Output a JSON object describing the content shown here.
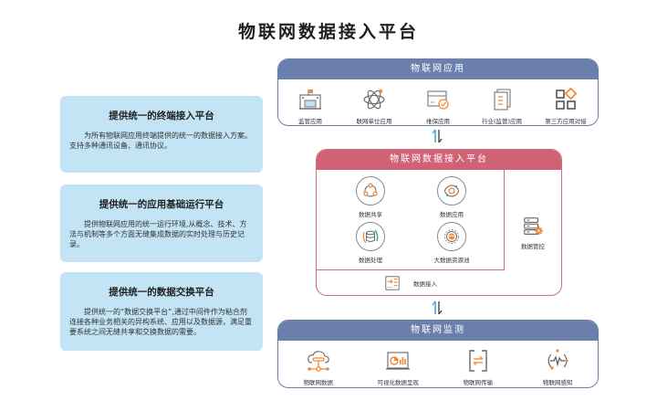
{
  "title": "物联网数据接入平台",
  "cards": [
    {
      "heading": "提供统一的终端接入平台",
      "body": "为所有物联网应用终端提供的统一的数据接入方案。支持多种通讯设备、通讯协议。"
    },
    {
      "heading": "提供统一的应用基础运行平台",
      "body": "提供物联网应用的统一运行环境,从概念、技术、方法与机制等多个方面无缝集成数据的实时处理与历史记录。"
    },
    {
      "heading": "提供统一的数据交换平台",
      "body": "提供统一的“数据交换平台”,通过中间件作为粘合剂连接各种业务相关的异构系统、应用以及数据源，满足重要系统之间无缝共享和交换数据的需要。"
    }
  ],
  "apps_panel": {
    "title": "物联网应用",
    "items": [
      {
        "label": "监管应用",
        "icon": "building-flag-icon"
      },
      {
        "label": "联网单位应用",
        "icon": "atom-icon"
      },
      {
        "label": "维保应用",
        "icon": "card-check-icon"
      },
      {
        "label": "行业(监管)应用",
        "icon": "document-icon"
      },
      {
        "label": "第三方应用对接",
        "icon": "grid-diamond-icon"
      }
    ]
  },
  "platform_panel": {
    "title": "物联网数据接入平台",
    "items": [
      {
        "label": "数据共享",
        "icon": "share-cycle-icon"
      },
      {
        "label": "数据应用",
        "icon": "data-app-icon"
      },
      {
        "label": "数据处理",
        "icon": "database-cycle-icon"
      },
      {
        "label": "大数据资源池",
        "icon": "resource-pool-icon"
      }
    ],
    "side": {
      "label": "数据管控",
      "icon": "server-gear-icon"
    },
    "bottom": {
      "label": "数据接入",
      "icon": "data-input-icon"
    }
  },
  "monitor_panel": {
    "title": "物联网监测",
    "items": [
      {
        "label": "物联网数据",
        "icon": "cloud-network-icon"
      },
      {
        "label": "可视化数据呈现",
        "icon": "dashboard-chart-icon"
      },
      {
        "label": "物联网传输",
        "icon": "transfer-icon"
      },
      {
        "label": "物联网感知",
        "icon": "pulse-sense-icon"
      }
    ]
  },
  "colors": {
    "blue_header": "#6b7fac",
    "red_header": "#d06275",
    "card_bg": "#c2e4f4",
    "accent_orange": "#f08a3a"
  }
}
